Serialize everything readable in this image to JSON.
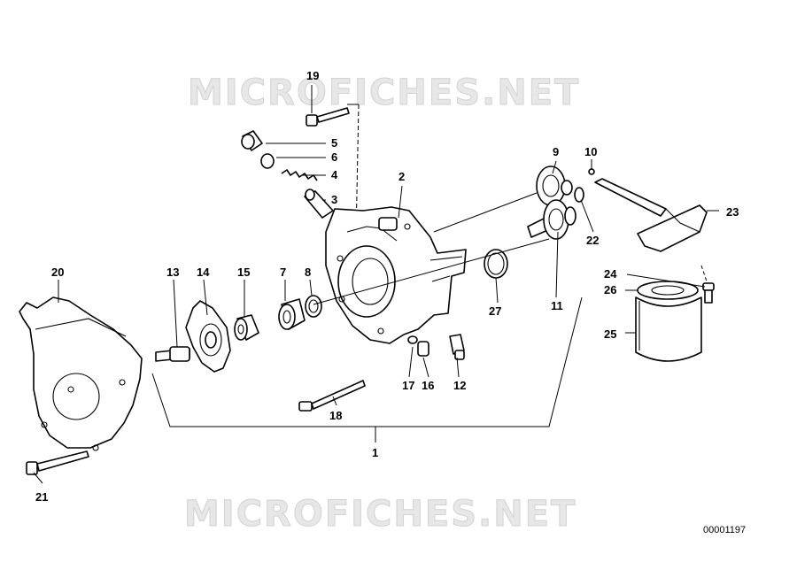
{
  "watermark": {
    "top_text": "MICROFICHES.NET",
    "bottom_text": "MICROFICHES.NET",
    "color": "#e4e4e4"
  },
  "document_id": "00001197",
  "callouts": {
    "c1": "1",
    "c2": "2",
    "c3": "3",
    "c4": "4",
    "c5": "5",
    "c6": "6",
    "c7": "7",
    "c8": "8",
    "c9": "9",
    "c10": "10",
    "c11": "11",
    "c12": "12",
    "c13": "13",
    "c14": "14",
    "c15": "15",
    "c16": "16",
    "c17": "17",
    "c18": "18",
    "c19": "19",
    "c20": "20",
    "c21": "21",
    "c22": "22",
    "c23": "23",
    "c24": "24",
    "c25": "25",
    "c26": "26",
    "c27": "27"
  }
}
